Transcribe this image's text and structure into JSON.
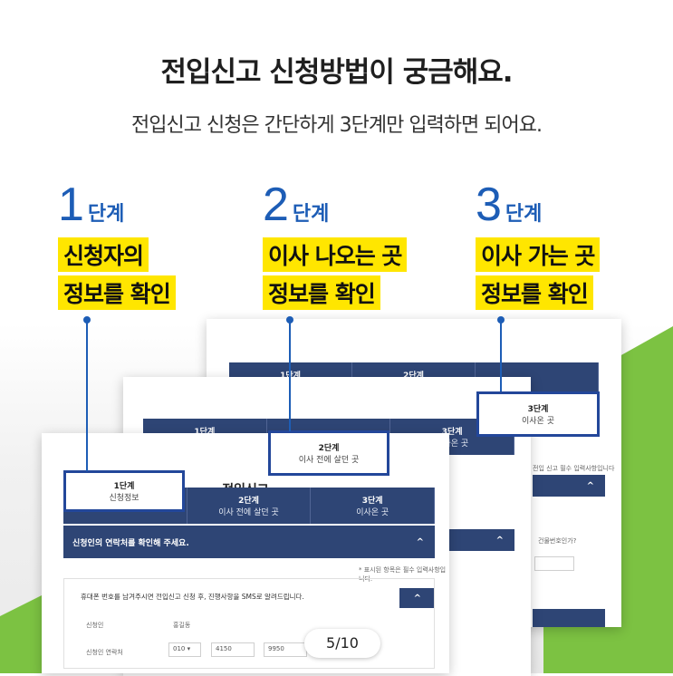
{
  "header": {
    "title": "전입신고 신청방법이 궁금해요.",
    "subtitle": "전입신고 신청은 간단하게 3단계만 입력하면 되어요."
  },
  "steps": [
    {
      "num": "1",
      "word": "단계",
      "line1": "신청자의",
      "line2": "정보를 확인"
    },
    {
      "num": "2",
      "word": "단계",
      "line1": "이사 나오는 곳",
      "line2": "정보를 확인"
    },
    {
      "num": "3",
      "word": "단계",
      "line1": "이사 가는 곳",
      "line2": "정보를 확인"
    }
  ],
  "form": {
    "title": "전입신고",
    "tab1_step": "1단계",
    "tab1_name": "신청정보",
    "tab2_step": "2단계",
    "tab2_name": "이사 전에 살던 곳",
    "tab3_step": "3단계",
    "tab3_name": "이사온 곳",
    "section_title": "신청인의 연락처를 확인해 주세요.",
    "required_note": "* 표시된 항목은 필수 입력사항입니다.",
    "sms_notice": "휴대폰 번호를 남겨주시면 전입신고 신청 후, 진행사항을 SMS로 알려드립니다.",
    "applicant_label": "신청인",
    "applicant_value": "홍길동",
    "contact_label": "신청인 연락처",
    "phone_1": "010",
    "phone_2": "4150",
    "phone_3": "9950",
    "back_note": "전입 신고 필수 입력사항입니다",
    "back_question": "건물번호인가?"
  },
  "pager": {
    "text": "5/10"
  },
  "colors": {
    "accent": "#1d5db6",
    "highlight": "#ffe600",
    "navy": "#2e4575",
    "green": "#7cc242"
  }
}
